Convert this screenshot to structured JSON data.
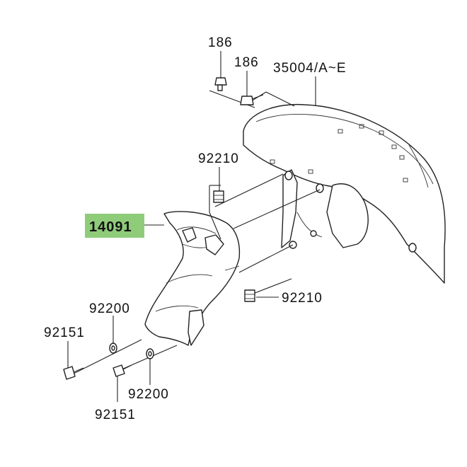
{
  "diagram": {
    "labels": {
      "bolt_top_left": "186",
      "bolt_top_right": "186",
      "fender_front": "35004/A~E",
      "nut_upper": "92210",
      "mudguard_part": "14091",
      "nut_lower": "92210",
      "washer_left": "92200",
      "bolt_left": "92151",
      "washer_bottom": "92200",
      "bolt_bottom": "92151"
    },
    "highlight_color": "#8fcc7a"
  }
}
